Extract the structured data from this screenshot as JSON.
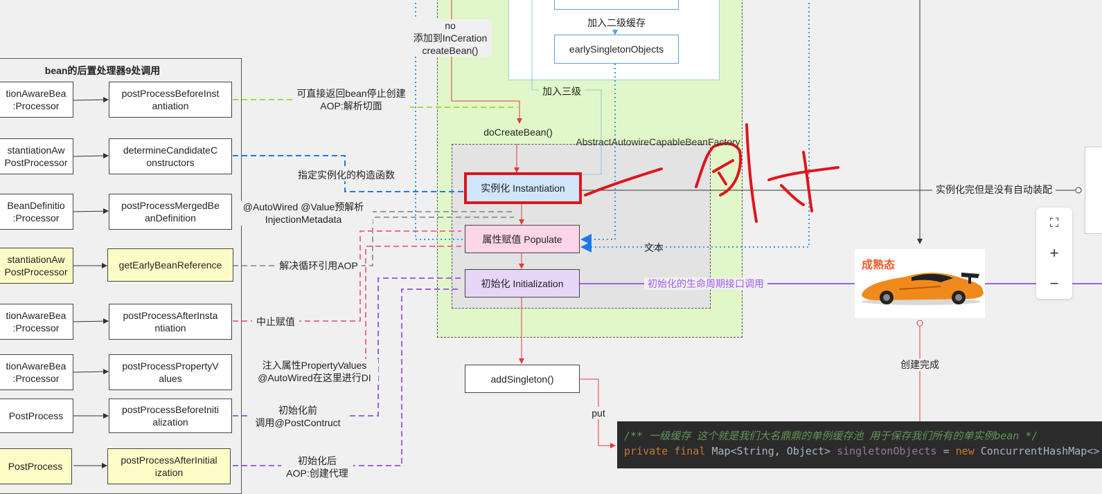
{
  "panel": {
    "title": "bean的后置处理器9处调用",
    "left_items": [
      "tionAwareBea\n:Processor",
      "stantiationAw\nPostProcessor",
      "BeanDefinitio\n:Processor",
      "stantiationAw\nPostProcessor",
      "tionAwareBea\n:Processor",
      "tionAwareBea\n:Processor",
      "PostProcess",
      "PostProcess"
    ],
    "methods": [
      "postProcessBeforeInst\nantiation",
      "determineCandidateC\nonstructors",
      "postProcessMergedBe\nanDefinition",
      "getEarlyBeanReference",
      "postProcessAfterInsta\nntiation",
      "postProcessPropertyV\nalues",
      "postProcessBeforeIniti\nalization",
      "postProcessAfterInitial\nization"
    ]
  },
  "edge_labels": {
    "e1": "可直接返回bean停止创建\nAOP:解析切面",
    "e2": "指定实例化的构造函数",
    "e3": "@AutoWired @Value预解析\nInjectionMetadata",
    "e4": "解决循环引用AOP",
    "e5": "中止赋值",
    "e6": "注入属性PropertyValues\n@AutoWired在这里进行DI",
    "e7": "初始化前\n调用@PostContruct",
    "e8": "初始化后\nAOP:创建代理"
  },
  "top": {
    "no_label": "no\n添加到InCeration\ncreateBean()",
    "early_label": "加入二级缓存",
    "early_box": "earlySingletonObjects",
    "third_label": "加入三级"
  },
  "center": {
    "doCreateBean": "doCreateBean()",
    "factory": "AbstractAutowireCapableBeanFactory",
    "instantiation": "实例化 Instantiation",
    "populate": "属性赋值 Populate",
    "initialization": "初始化 Initialization",
    "text_label": "文本",
    "addSingleton": "addSingleton()",
    "put": "put"
  },
  "right": {
    "auto_label": "实例化完但是没有自动装配",
    "init_label": "初始化的生命周期接口调用",
    "mature": "成熟态",
    "create_done": "创建完成"
  },
  "code": {
    "comment": "/** 一级缓存 这个就是我们大名鼎鼎的单例缓存池 用于保存我们所有的单实例bean */",
    "kw1": "private final",
    "type": "Map<String, Object>",
    "field": "singletonObjects",
    "eq": "=",
    "kw2": "new",
    "ctor": "ConcurrentHashMap<>"
  },
  "zoom": {
    "fit": "⛶",
    "in": "+",
    "out": "−"
  },
  "colors": {
    "green_area": "#e2f7c9",
    "inst_fill": "#cfe6fb",
    "pop_fill": "#fcd5e8",
    "init_fill": "#e7d6f7",
    "red": "#e53935",
    "purple": "#a05ee8",
    "pink": "#f06aa0",
    "blue": "#1e78e6",
    "lime": "#9edc3c"
  }
}
